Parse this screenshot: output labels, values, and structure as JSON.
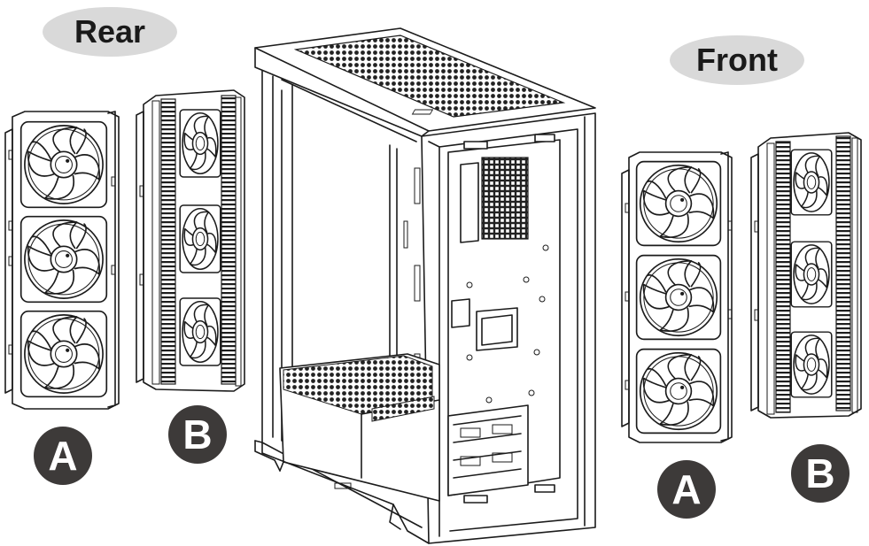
{
  "labels": {
    "rear": "Rear",
    "front": "Front"
  },
  "badges": {
    "rear_a": "A",
    "rear_b": "B",
    "front_a": "A",
    "front_b": "B"
  },
  "colors": {
    "pill_fill": "#d9d9d9",
    "badge_fill": "#3d3a39",
    "badge_text": "#ffffff",
    "line": "#1b1b1b",
    "mesh": "#2a2a2a"
  }
}
